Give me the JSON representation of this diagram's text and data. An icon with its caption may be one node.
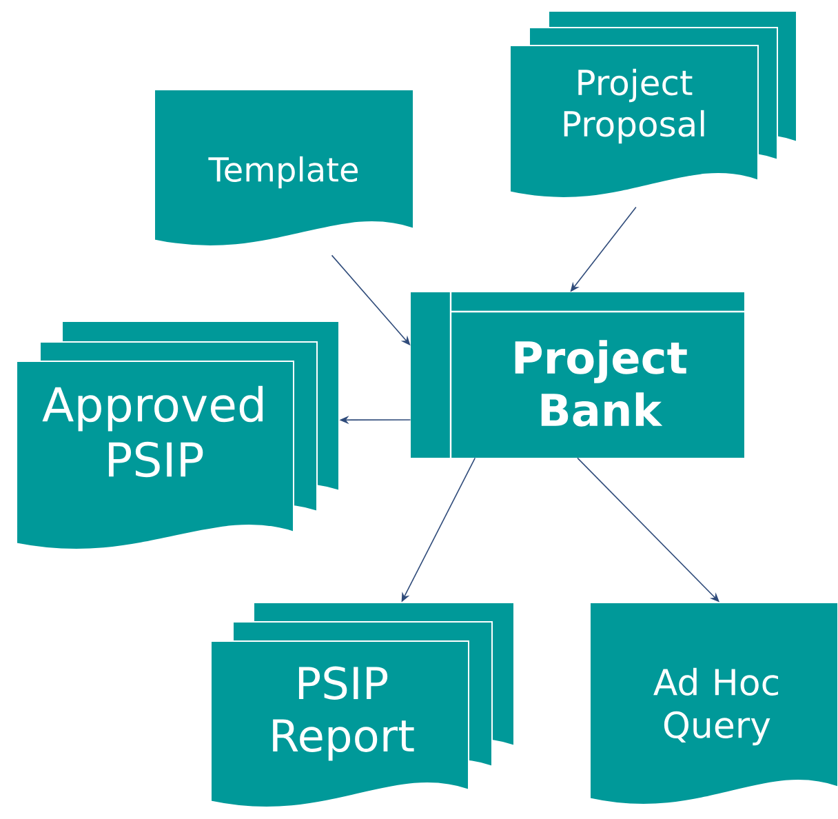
{
  "diagram": {
    "nodes": [
      {
        "text": [
          "Template"
        ]
      },
      {
        "text": [
          "Project Proposal"
        ]
      },
      {
        "text": [
          "Project Bank"
        ]
      },
      {
        "text": [
          "Approved PSIP"
        ]
      },
      {
        "text": [
          "PSIP Report"
        ]
      },
      {
        "text": [
          "Ad Hoc Query"
        ]
      }
    ],
    "edges": [
      {
        "from": 0,
        "to": 2,
        "arrow": "to"
      },
      {
        "from": 1,
        "to": 2,
        "arrow": "to"
      },
      {
        "from": 2,
        "to": 3,
        "arrow": "to"
      },
      {
        "from": 2,
        "to": 4,
        "arrow": "to"
      },
      {
        "from": 2,
        "to": 5,
        "arrow": "to"
      }
    ]
  }
}
